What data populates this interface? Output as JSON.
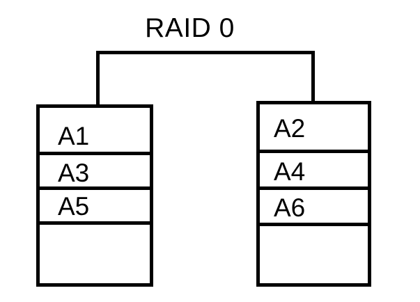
{
  "diagram": {
    "title": "RAID 0",
    "type": "raid-striping-diagram",
    "background_color": "#ffffff",
    "stroke_color": "#000000",
    "text_color": "#000000"
  },
  "connector": {
    "name": "raid-controller-bus",
    "orientation": "horizontal-with-two-drops"
  },
  "disks": [
    {
      "name": "disk-0",
      "position": "left",
      "stripes": [
        {
          "label": "A1",
          "empty": false
        },
        {
          "label": "A3",
          "empty": false
        },
        {
          "label": "A5",
          "empty": false
        },
        {
          "label": "",
          "empty": true
        }
      ]
    },
    {
      "name": "disk-1",
      "position": "right",
      "stripes": [
        {
          "label": "A2",
          "empty": false
        },
        {
          "label": "A4",
          "empty": false
        },
        {
          "label": "A6",
          "empty": false
        },
        {
          "label": "",
          "empty": true
        }
      ]
    }
  ]
}
